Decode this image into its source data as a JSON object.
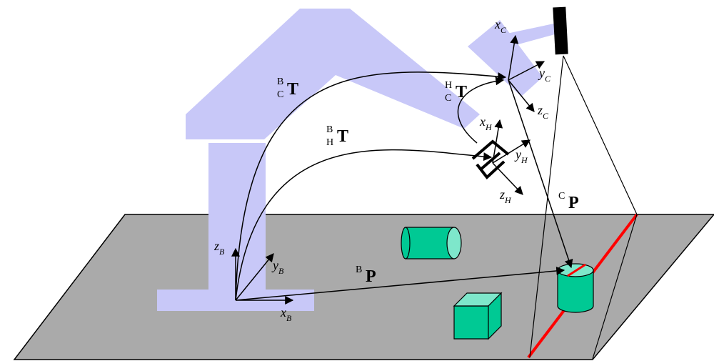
{
  "colors": {
    "floor": "#aaaaaa",
    "robot": "#c8c8f8",
    "object": "#00c994",
    "object_top": "#7ee7cb",
    "line": "#000000",
    "laser": "#ff0000"
  },
  "frames": {
    "base": {
      "x": "x",
      "y": "y",
      "z": "z",
      "sub": "B"
    },
    "hand": {
      "x": "x",
      "y": "y",
      "z": "z",
      "sub": "H"
    },
    "camera": {
      "x": "x",
      "y": "y",
      "z": "z",
      "sub": "C"
    }
  },
  "transforms": {
    "bct": {
      "sup": "B",
      "sub": "C",
      "sym": "T"
    },
    "bht": {
      "sup": "B",
      "sub": "H",
      "sym": "T"
    },
    "hct": {
      "sup": "H",
      "sub": "C",
      "sym": "T"
    }
  },
  "points": {
    "bp": {
      "sup": "B",
      "sym": "P"
    },
    "cp": {
      "sup": "C",
      "sym": "P"
    }
  }
}
